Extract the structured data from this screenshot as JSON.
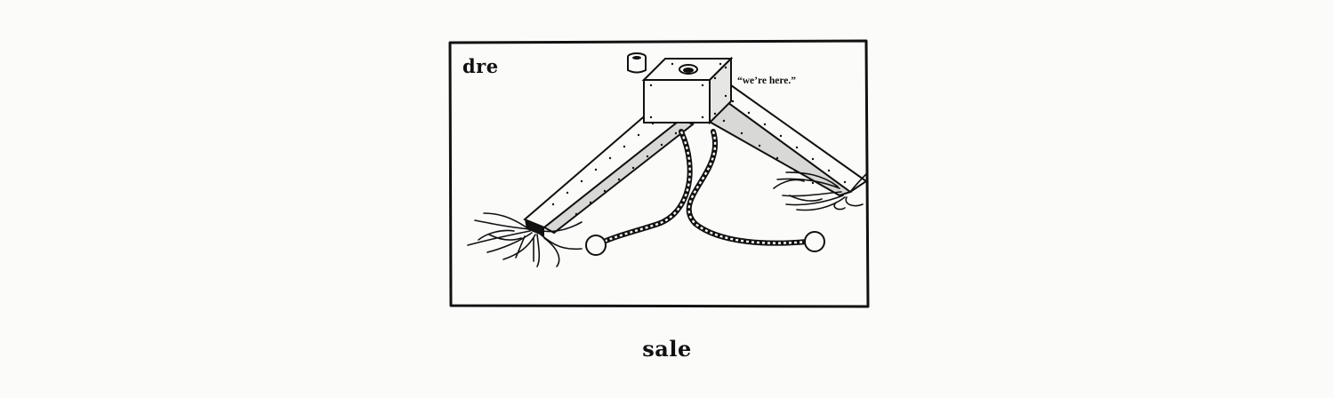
{
  "panel": {
    "label": "dre",
    "speech": "“we’re here.”"
  },
  "caption": "sale",
  "colors": {
    "background": "#fbfbfa",
    "ink": "#111111"
  }
}
